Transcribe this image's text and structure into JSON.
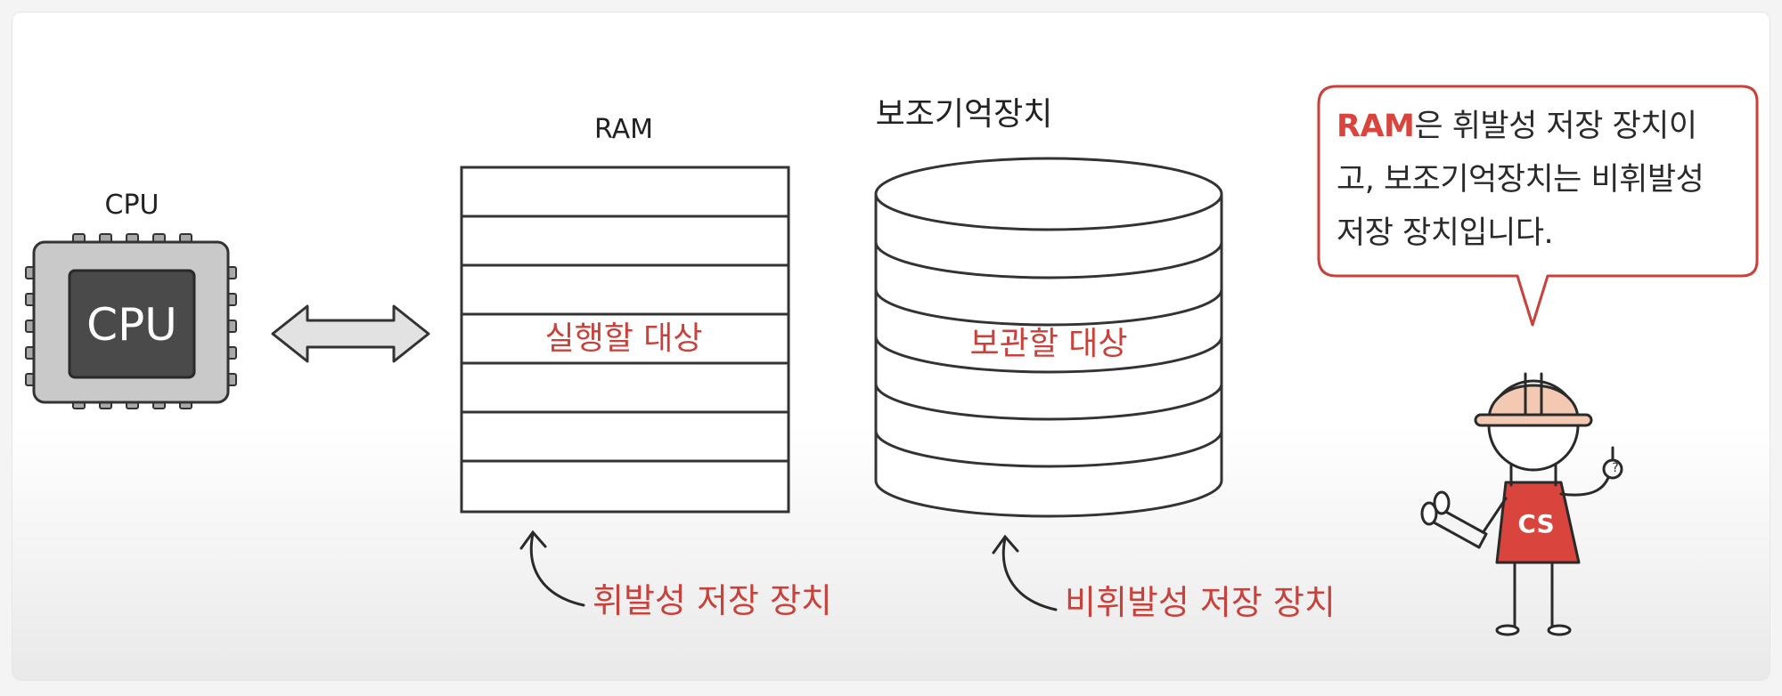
{
  "cpu": {
    "title": "CPU",
    "chip_label": "CPU"
  },
  "ram": {
    "title": "RAM",
    "content_label": "실행할 대상",
    "note": "휘발성 저장 장치"
  },
  "storage": {
    "title": "보조기억장치",
    "content_label": "보관할 대상",
    "note": "비휘발성 저장 장치"
  },
  "speech_bubble": {
    "highlight": "RAM",
    "line1_rest": "은 휘발성 저장 장치이",
    "line2": "고, 보조기억장치는 비휘발성",
    "line3": "저장 장치입니다."
  },
  "mascot": {
    "badge": "CS"
  },
  "colors": {
    "accent": "#c8423b",
    "ink": "#2a2a2a",
    "chip_gray": "#c9c9c9",
    "chip_dark": "#4a4a4a",
    "helmet": "#f3c9b4"
  }
}
